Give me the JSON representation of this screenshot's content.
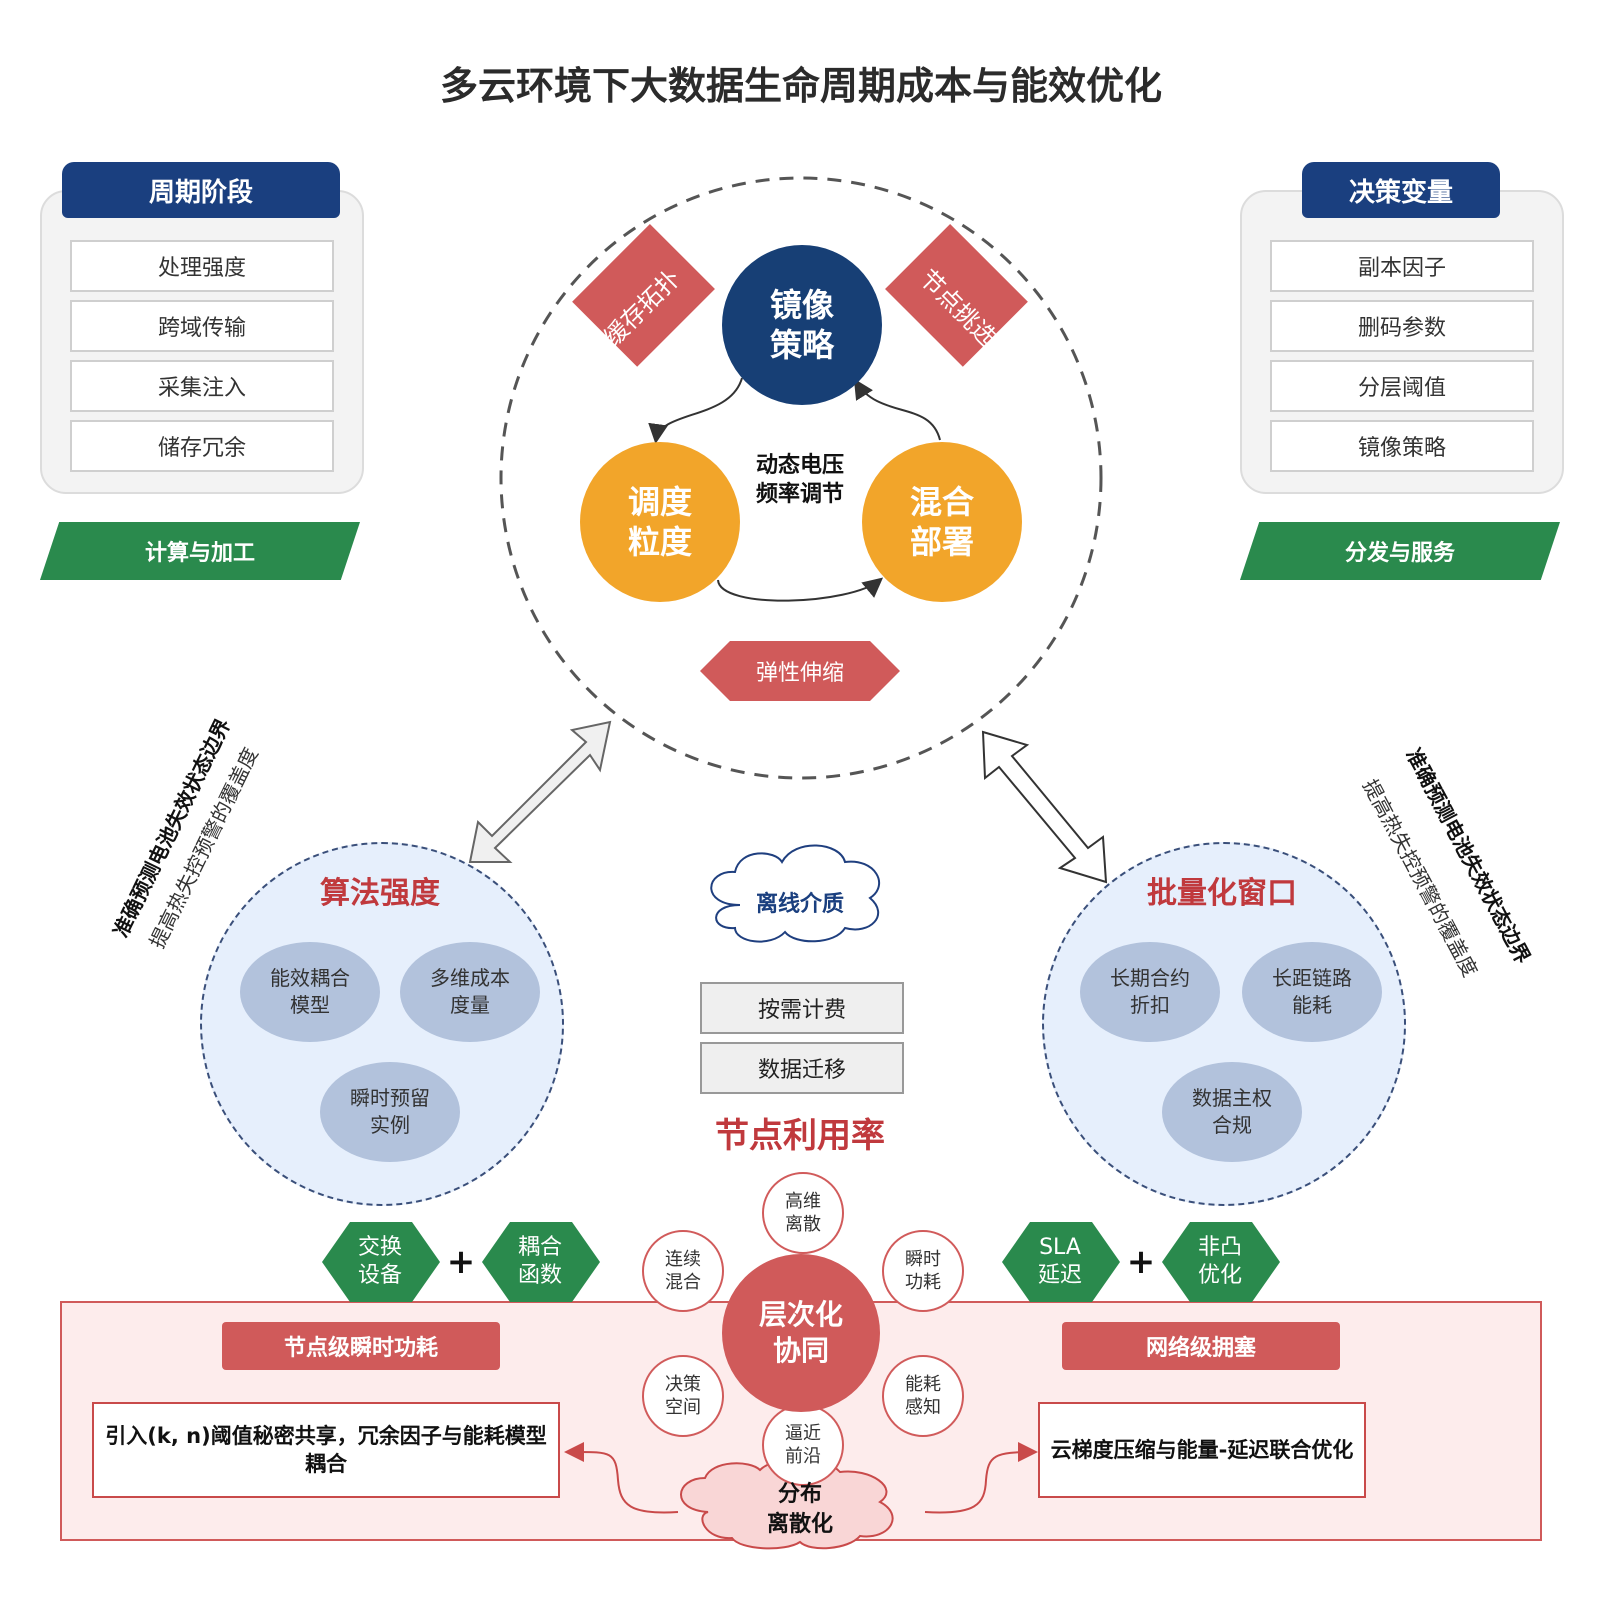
{
  "title": "多云环境下大数据生命周期成本与能效优化",
  "left_panel": {
    "header": "周期阶段",
    "items": [
      "处理强度",
      "跨域传输",
      "采集注入",
      "储存冗余"
    ],
    "banner": "计算与加工"
  },
  "right_panel": {
    "header": "决策变量",
    "items": [
      "副本因子",
      "删码参数",
      "分层阈值",
      "镜像策略"
    ],
    "banner": "分发与服务"
  },
  "cycle": {
    "top": "镜像\n策略",
    "left": "调度\n粒度",
    "right": "混合\n部署",
    "center": "动态电压\n频率调节",
    "diamond_left": "缓存拓扑",
    "diamond_right": "节点挑选",
    "hexagon": "弹性伸缩"
  },
  "left_cluster": {
    "title": "算法强度",
    "items": [
      "能效耦合\n模型",
      "多维成本\n度量",
      "瞬时预留\n实例"
    ]
  },
  "right_cluster": {
    "title": "批量化窗口",
    "items": [
      "长期合约\n折扣",
      "长距链路\n能耗",
      "数据主权\n合规"
    ]
  },
  "left_side_text": {
    "bold": "准确预测电池失效状态边界",
    "normal": "提高热失控预警的覆盖度"
  },
  "right_side_text": {
    "bold": "准确预测电池失效状态边界",
    "normal": "提高热失控预警的覆盖度"
  },
  "middle": {
    "cloud": "离线介质",
    "box1": "按需计费",
    "box2": "数据迁移",
    "label": "节点利用率"
  },
  "hub": {
    "center": "层次化\n协同",
    "nodes": [
      "高维\n离散",
      "连续\n混合",
      "瞬时\n功耗",
      "决策\n空间",
      "能耗\n感知",
      "逼近\n前沿"
    ]
  },
  "diamonds_left": [
    "交换\n设备",
    "耦合\n函数"
  ],
  "diamonds_right": [
    "SLA\n延迟",
    "非凸\n优化"
  ],
  "plus": "+",
  "bottom": {
    "left_banner": "节点级瞬时功耗",
    "right_banner": "网络级拥塞",
    "left_box": "引入(k, n)阈值秘密共享，冗余因子与能耗模型耦合",
    "right_box": "云梯度压缩与能量-延迟联合优化",
    "cloud": "分布\n离散化"
  },
  "colors": {
    "navy": "#173f75",
    "orange": "#f2a52a",
    "red": "#d05a5a",
    "green": "#2a8a4d",
    "light_blue": "#e6effc",
    "node_blue": "#b2c2dc",
    "pink": "#fce9e9"
  }
}
